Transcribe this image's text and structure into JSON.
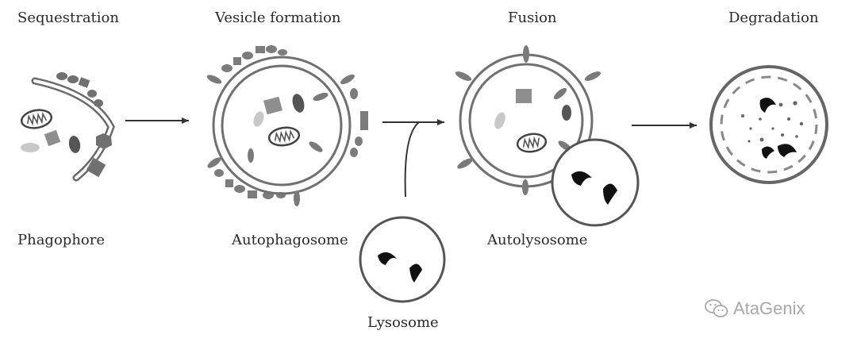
{
  "stages": [
    {
      "title": "Sequestration",
      "caption": "Phagophore"
    },
    {
      "title": "Vesicle formation",
      "caption": "Autophagosome"
    },
    {
      "title": "Fusion",
      "caption": "Autolysosome"
    },
    {
      "title": "Degradation",
      "caption": ""
    }
  ],
  "lysosome": {
    "label": "Lysosome"
  },
  "watermark": {
    "text": "AtaGenix"
  }
}
